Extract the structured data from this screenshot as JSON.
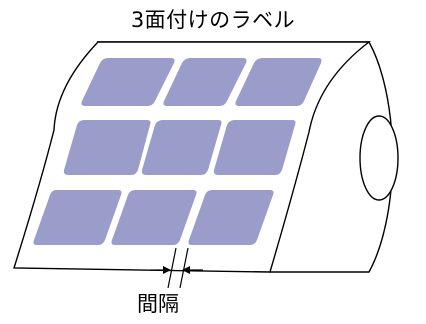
{
  "diagram": {
    "title": "3面付けのラベル",
    "gap_label": "間隔",
    "label_color": "#9a9dc9",
    "label_grid": {
      "rows": 3,
      "columns": 3
    }
  }
}
